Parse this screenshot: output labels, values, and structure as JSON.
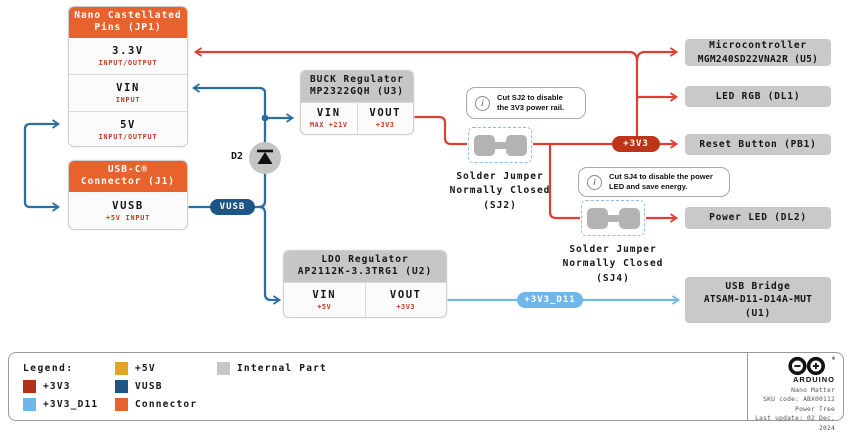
{
  "colors": {
    "net_3v3": "#B5301B",
    "net_3v3_d11": "#6FB7E9",
    "net_5v": "#E2A32A",
    "net_vusb": "#1C5586",
    "connector_orange": "#E8622D",
    "internal_gray": "#C6C6C6",
    "line_red": "#DD4032",
    "line_blue": "#2E6E9E",
    "pill_red": "#BE3418"
  },
  "jp1": {
    "title1": "Nano Castellated",
    "title2": "Pins (JP1)",
    "rows": [
      {
        "label": "3.3V",
        "sub": "INPUT/OUTPUT"
      },
      {
        "label": "VIN",
        "sub": "INPUT"
      },
      {
        "label": "5V",
        "sub": "INPUT/OUTPUT"
      }
    ]
  },
  "j1": {
    "title1": "USB-C®",
    "title2": "Connector (J1)",
    "rows": [
      {
        "label": "VUSB",
        "sub": "+5V INPUT"
      }
    ]
  },
  "buck": {
    "title1": "BUCK Regulator",
    "title2": "MP2322GQH (U3)",
    "cells": [
      {
        "label": "VIN",
        "sub": "MAX +21V"
      },
      {
        "label": "VOUT",
        "sub": "+3V3"
      }
    ]
  },
  "ldo": {
    "title1": "LDO Regulator",
    "title2": "AP2112K-3.3TRG1 (U2)",
    "cells": [
      {
        "label": "VIN",
        "sub": "+5V"
      },
      {
        "label": "VOUT",
        "sub": "+3V3"
      }
    ]
  },
  "d2": {
    "label": "D2"
  },
  "pills": {
    "vusb": "VUSB",
    "v3": "+3V3",
    "v3d11": "+3V3_D11"
  },
  "notes": {
    "sj2": {
      "icon": "info-icon",
      "glyph": "i",
      "line1": "Cut SJ2 to disable",
      "line2": "the 3V3 power rail."
    },
    "sj4": {
      "icon": "info-icon",
      "glyph": "i",
      "line1": "Cut SJ4 to disable the power",
      "line2": "LED and save energy."
    }
  },
  "jumpers": {
    "sj2": {
      "line1": "Solder Jumper",
      "line2": "Normally Closed",
      "line3": "(SJ2)"
    },
    "sj4": {
      "line1": "Solder Jumper",
      "line2": "Normally Closed",
      "line3": "(SJ4)"
    }
  },
  "loads": {
    "mcu": {
      "line1": "Microcontroller",
      "line2": "MGM240SD22VNA2R (U5)"
    },
    "led_rgb": {
      "line1": "LED RGB (DL1)"
    },
    "reset": {
      "line1": "Reset Button (PB1)"
    },
    "power_led": {
      "line1": "Power LED (DL2)"
    },
    "usb_bridge": {
      "line1": "USB Bridge",
      "line2": "ATSAM-D11-D14A-MUT",
      "line3": "(U1)"
    }
  },
  "legend": {
    "title": "Legend:",
    "items": [
      {
        "label": "+3V3",
        "color": "#B5301B"
      },
      {
        "label": "+3V3_D11",
        "color": "#6FB7E9"
      },
      {
        "label": "+5V",
        "color": "#E2A32A"
      },
      {
        "label": "VUSB",
        "color": "#1C5586"
      },
      {
        "label": "Connector",
        "color": "#E8622D"
      },
      {
        "label": "Internal Part",
        "color": "#C6C6C6"
      }
    ]
  },
  "brand": {
    "logo": "arduino-logo-icon",
    "wordmark": "ARDUINO",
    "reg": "®",
    "lines": [
      "Nano Matter",
      "SKU code: ABX00112",
      "Power Tree",
      "Last update: 02 Dec, 2024"
    ]
  }
}
